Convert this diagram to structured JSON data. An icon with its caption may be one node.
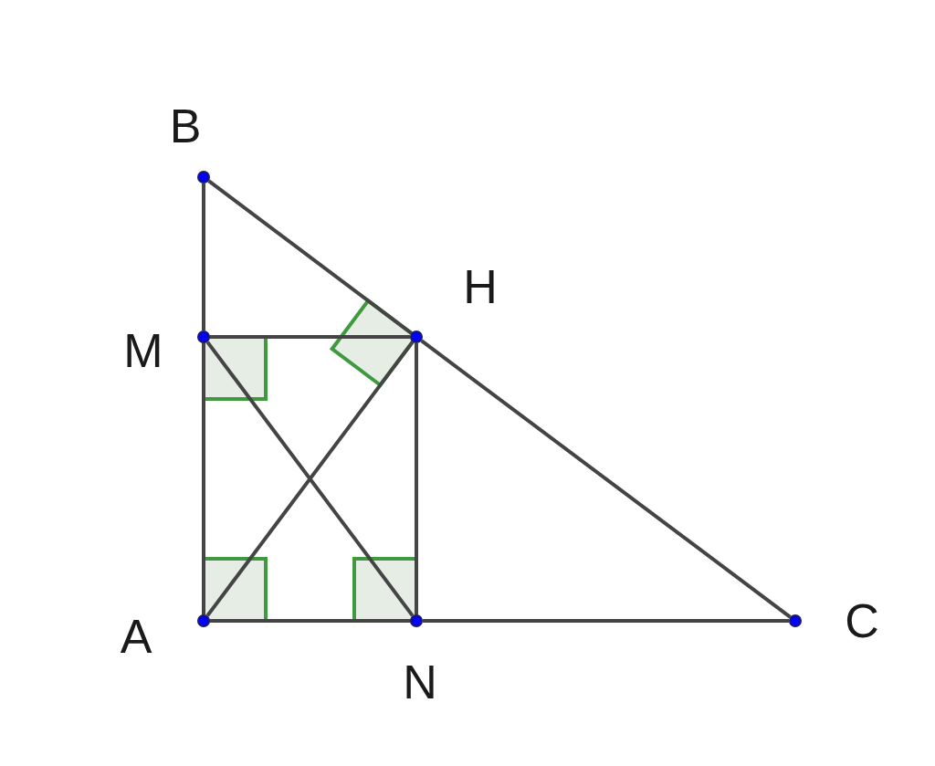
{
  "diagram": {
    "nodes": [
      {
        "text": [
          "B"
        ]
      },
      {
        "text": [
          "H"
        ]
      },
      {
        "text": [
          "M"
        ]
      },
      {
        "text": [
          "A"
        ]
      },
      {
        "text": [
          "N"
        ]
      },
      {
        "text": [
          "C"
        ]
      }
    ],
    "edges": [
      {
        "from": 0,
        "to": 2,
        "arrow": "none"
      },
      {
        "from": 2,
        "to": 3,
        "arrow": "none"
      },
      {
        "from": 3,
        "to": 4,
        "arrow": "none"
      },
      {
        "from": 4,
        "to": 5,
        "arrow": "none"
      },
      {
        "from": 0,
        "to": 1,
        "arrow": "none"
      },
      {
        "from": 1,
        "to": 5,
        "arrow": "none"
      },
      {
        "from": 2,
        "to": 1,
        "arrow": "none"
      },
      {
        "from": 1,
        "to": 4,
        "arrow": "none"
      },
      {
        "from": 3,
        "to": 1,
        "arrow": "none"
      },
      {
        "from": 2,
        "to": 4,
        "arrow": "none"
      }
    ]
  }
}
